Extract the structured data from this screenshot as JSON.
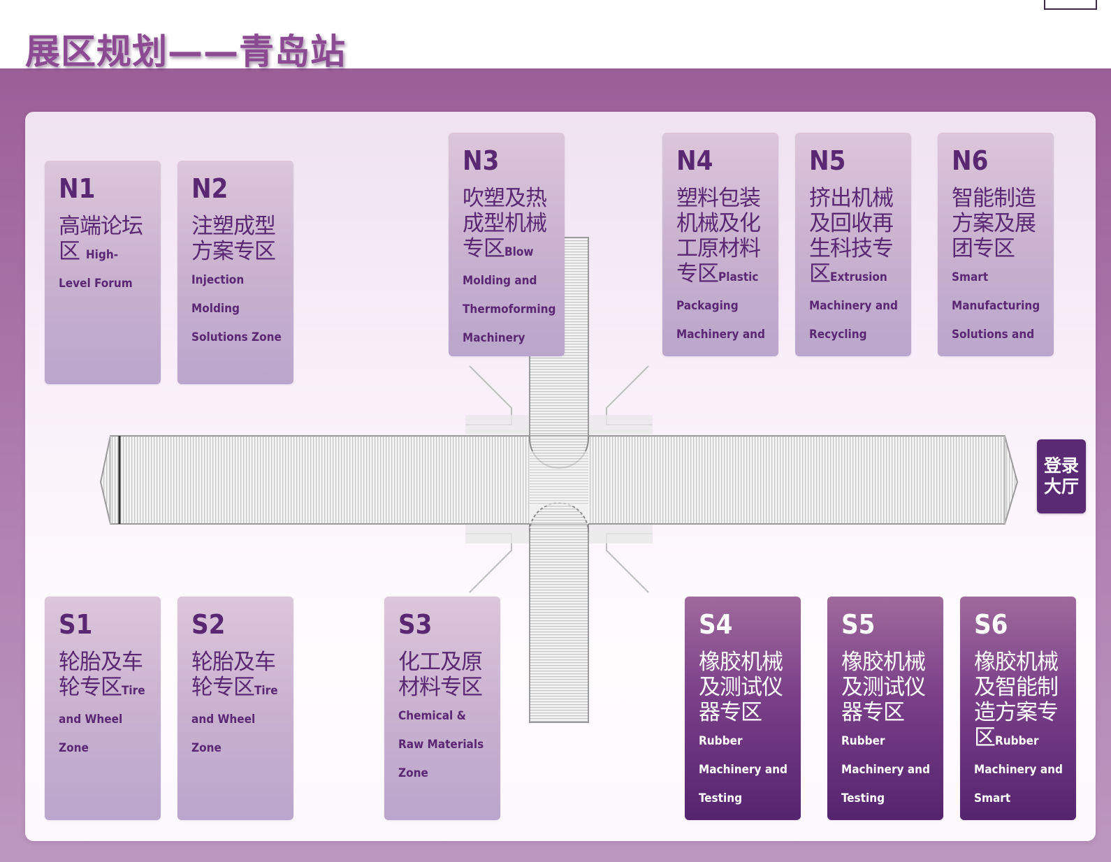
{
  "page": {
    "title": "展区规划——青岛站"
  },
  "zones": {
    "n1": {
      "code": "N1",
      "name_cn": "高端论坛区",
      "name_en": "High-Level Forum"
    },
    "n2": {
      "code": "N2",
      "name_cn": "注塑成型方案专区",
      "name_en": "Injection Molding Solutions Zone"
    },
    "n3": {
      "code": "N3",
      "name_cn": "吹塑及热成型机械专区",
      "name_en": "Blow Molding and Thermoforming Machinery"
    },
    "n4": {
      "code": "N4",
      "name_cn": "塑料包装机械及化工原材料专区",
      "name_en": "Plastic Packaging Machinery and"
    },
    "n5": {
      "code": "N5",
      "name_cn": "挤出机械及回收再生科技专区",
      "name_en": "Extrusion Machinery and Recycling"
    },
    "n6": {
      "code": "N6",
      "name_cn": "智能制造方案及展团专区",
      "name_en": "Smart Manufacturing Solutions and"
    },
    "s1": {
      "code": "S1",
      "name_cn": "轮胎及车轮专区",
      "name_en": "Tire and Wheel Zone"
    },
    "s2": {
      "code": "S2",
      "name_cn": "轮胎及车轮专区",
      "name_en": "Tire and Wheel Zone"
    },
    "s3": {
      "code": "S3",
      "name_cn": "化工及原材料专区",
      "name_en": "Chemical & Raw Materials Zone"
    },
    "s4": {
      "code": "S4",
      "name_cn": "橡胶机械及测试仪器专区",
      "name_en": "Rubber Machinery and Testing"
    },
    "s5": {
      "code": "S5",
      "name_cn": "橡胶机械及测试仪器专区",
      "name_en": "Rubber Machinery and Testing"
    },
    "s6": {
      "code": "S6",
      "name_cn": "橡胶机械及智能制造方案专区",
      "name_en": "Rubber Machinery and Smart"
    }
  },
  "lobby": {
    "label": "登录大厅"
  },
  "colors": {
    "brand_purple": "#8c4a93",
    "band_purple": "#9b5f98",
    "zone_light": "#c8b0cf",
    "zone_dark": "#55246f",
    "lobby": "#5a2a74",
    "text_dark_purple": "#5a2872"
  }
}
